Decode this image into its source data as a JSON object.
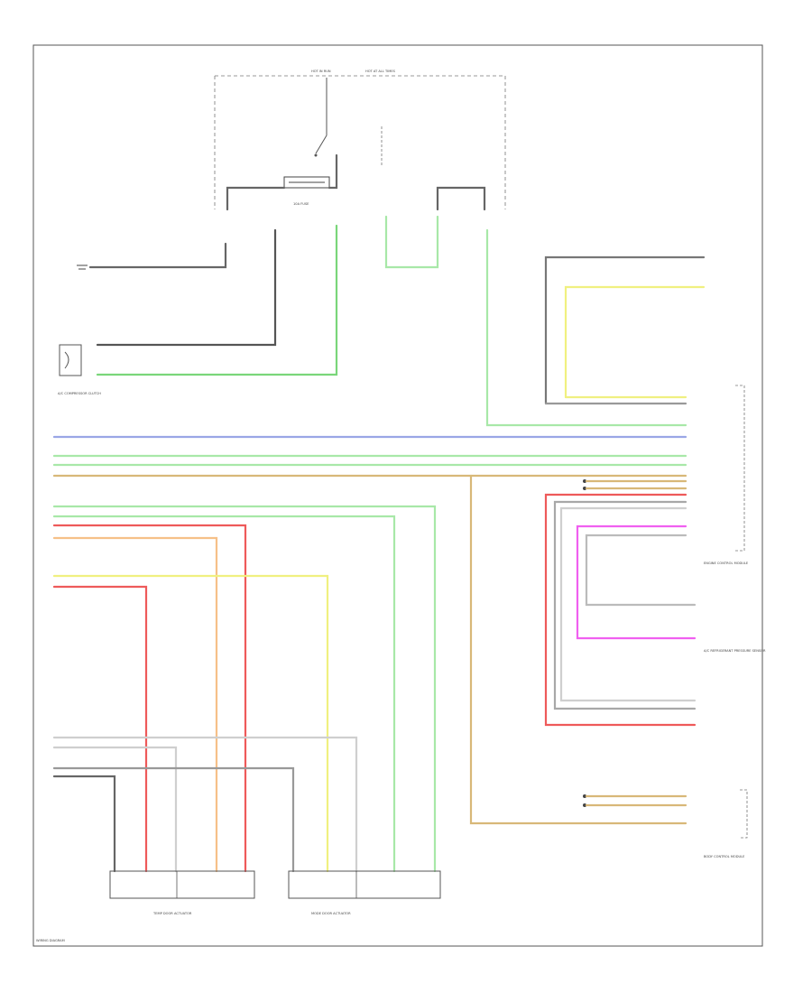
{
  "colors": {
    "black": "#333333",
    "dk_gray": "#666666",
    "gray": "#a8a8a8",
    "lt_gray": "#cfcfcf",
    "lt_green": "#a8e8a8",
    "green": "#7ad67a",
    "blue": "#9aa6e6",
    "tan": "#d8b878",
    "red": "#ee5a5a",
    "pink": "#f4a0a0",
    "orange": "#f6c088",
    "yellow": "#f0f080",
    "magenta": "#f060f0"
  },
  "icons": [
    "ground-icon",
    "switch-icon",
    "fuse-icon",
    "motor-icon",
    "splice-dot-icon"
  ],
  "labels": {
    "hot_run": "HOT IN RUN",
    "hot_all": "HOT AT ALL TIMES",
    "fuse": "10A FUSE",
    "ac_comp": "A/C COMPRESSOR CLUTCH",
    "engine_ctrl": "ENGINE CONTROL MODULE",
    "ac_pressure": "A/C REFRIGERANT PRESSURE SENSOR",
    "panel_left": "TEMP DOOR ACTUATOR",
    "panel_right": "MODE DOOR ACTUATOR",
    "footer": "WIRING DIAGRAM",
    "body_ctrl": "BODY CONTROL MODULE"
  }
}
